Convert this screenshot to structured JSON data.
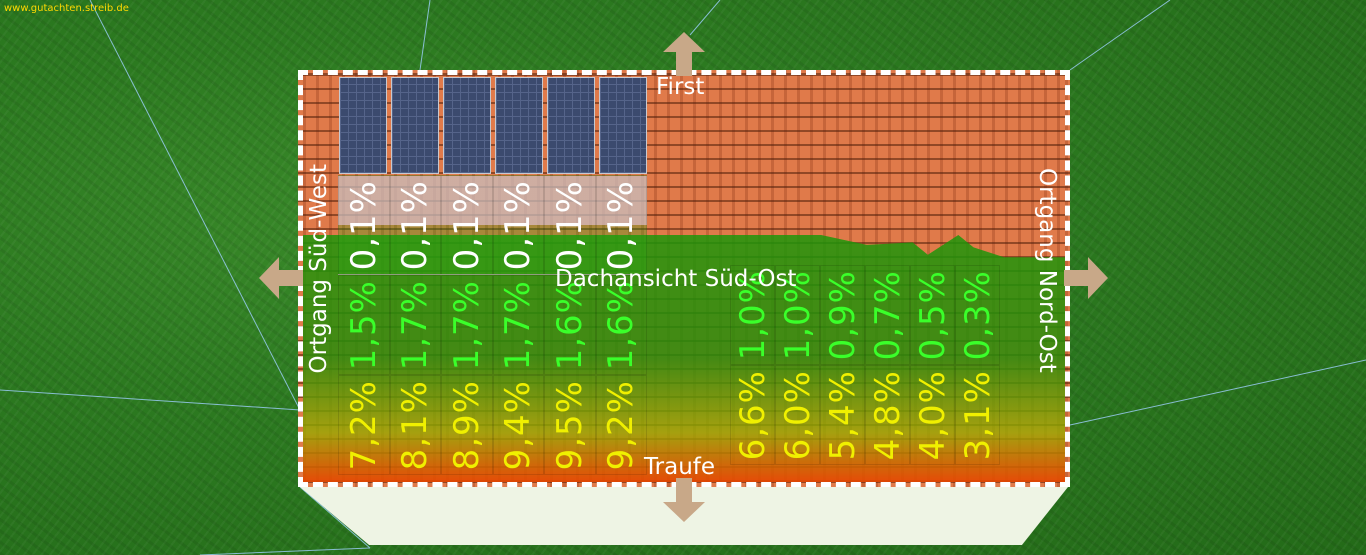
{
  "watermark": "www.gutachten.streib.de",
  "labels": {
    "first": "First",
    "traufe": "Traufe",
    "left": "Ortgang Süd-West",
    "right": "Ortgang Nord-Ost",
    "center": "Dachansicht Süd-Ost"
  },
  "left_grid": {
    "rows": [
      [
        "0,1%",
        "0,1%",
        "0,1%",
        "0,1%",
        "0,1%",
        "0,1%"
      ],
      [
        "1,5%",
        "1,7%",
        "1,7%",
        "1,7%",
        "1,6%",
        "1,6%"
      ],
      [
        "7,2%",
        "8,1%",
        "8,9%",
        "9,4%",
        "9,5%",
        "9,2%"
      ]
    ]
  },
  "right_grid": {
    "rows": [
      [
        "1,0%",
        "1,0%",
        "0,9%",
        "0,7%",
        "0,5%",
        "0,3%"
      ],
      [
        "6,6%",
        "6,0%",
        "5,4%",
        "4,8%",
        "4,0%",
        "3,1%"
      ]
    ]
  },
  "solar_panel_count": 6,
  "colors": {
    "low": "#3aff2a",
    "high": "#f0f000",
    "arrow": "#c8a888"
  }
}
